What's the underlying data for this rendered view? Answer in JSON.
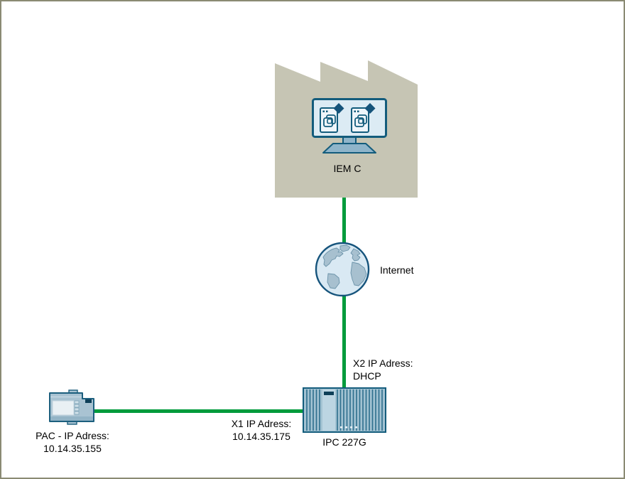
{
  "diagram": {
    "type": "network-topology",
    "nodes": {
      "iem": {
        "label": "IEM C",
        "icon": "monitor-with-edge-apps",
        "container": "factory-building"
      },
      "internet": {
        "label": "Internet",
        "icon": "globe"
      },
      "ipc": {
        "label": "IPC 227G",
        "icon": "industrial-pc"
      },
      "pac": {
        "label_line1": "PAC - IP Adress:",
        "label_line2": "10.14.35.155",
        "icon": "plc-module"
      }
    },
    "annotations": {
      "x2": {
        "line1": "X2 IP Adress:",
        "line2": "DHCP"
      },
      "x1": {
        "line1": "X1 IP Adress:",
        "line2": "10.14.35.175"
      }
    },
    "links": [
      {
        "from": "iem",
        "to": "internet",
        "style": "green-ethernet"
      },
      {
        "from": "internet",
        "to": "ipc",
        "style": "green-ethernet"
      },
      {
        "from": "pac",
        "to": "ipc",
        "style": "green-ethernet"
      }
    ],
    "colors": {
      "frame_border": "#8a8a73",
      "factory_fill": "#c6c5b4",
      "device_stroke": "#135c7c",
      "device_fill": "#a2c2d2",
      "screen_fill": "#dcebf4",
      "stand_fill": "#8fb5ca",
      "globe_fill": "#d9e9f3",
      "globe_land": "#a7c0cf",
      "panel_dark": "#0e3f58",
      "connection_green": "#009b3c",
      "text": "#000000",
      "background": "#ffffff"
    }
  }
}
